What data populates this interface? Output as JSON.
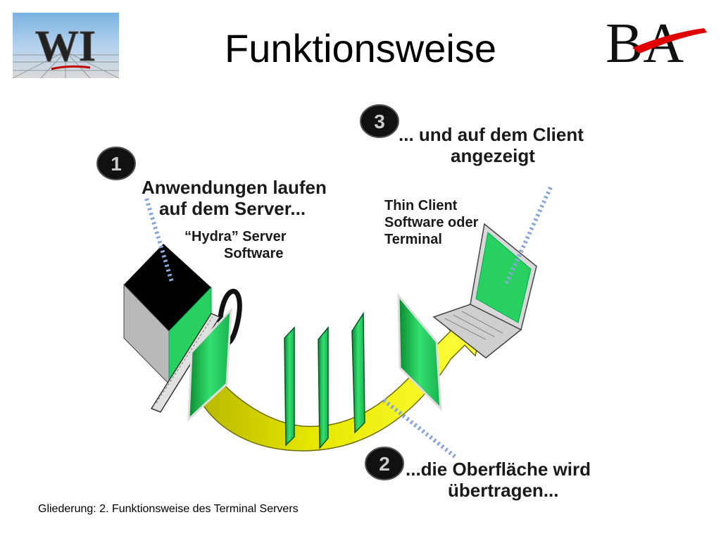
{
  "slide": {
    "title": "Funktionsweise",
    "footer": "Gliederung: 2. Funktionsweise des Terminal Servers"
  },
  "logos": {
    "left_text": "WI",
    "right_text": "BA"
  },
  "diagram": {
    "step1": {
      "number": "1",
      "line1": "Anwendungen laufen",
      "line2": "auf dem Server..."
    },
    "server_label": {
      "line1": "“Hydra” Server",
      "line2": "Software"
    },
    "step2": {
      "number": "2",
      "line1": "...die Oberfläche wird",
      "line2": "übertragen..."
    },
    "step3": {
      "number": "3",
      "line1": "... und auf dem Client",
      "line2": "angezeigt"
    },
    "client_label": {
      "line1": "Thin Client",
      "line2": "Software oder",
      "line3": "Terminal"
    }
  },
  "colors": {
    "arrow": "#ffff00",
    "screen": "#22dd66",
    "badge": "#111111"
  }
}
